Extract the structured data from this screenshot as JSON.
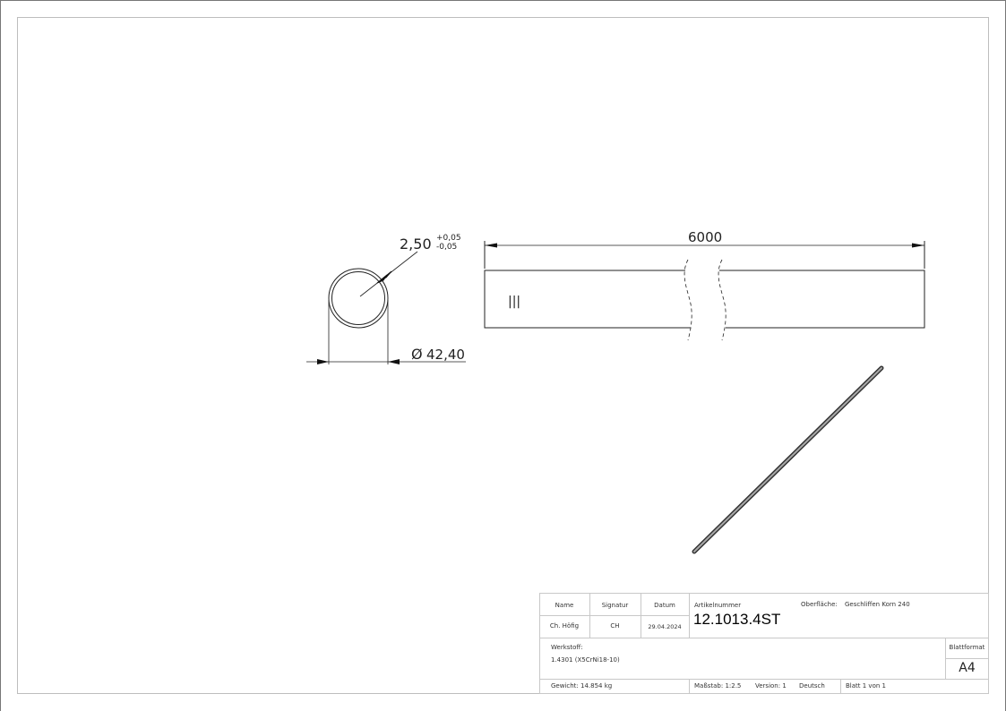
{
  "drawing": {
    "cross_section": {
      "wall_thickness": "2,50",
      "tolerance_plus": "+0,05",
      "tolerance_minus": "-0,05",
      "diameter_symbol": "Ø",
      "outer_diameter": "42,40"
    },
    "side_view": {
      "length": "6000",
      "surface_mark": "|||"
    },
    "isometric_view": "tube-isometric"
  },
  "title_block": {
    "headers": {
      "name": "Name",
      "signature": "Signatur",
      "date": "Datum"
    },
    "author": {
      "name": "Ch. Höfig",
      "signature": "CH",
      "date": "29.04.2024"
    },
    "article_label": "Artikelnummer",
    "article_number": "12.1013.4ST",
    "surface_label": "Oberfläche:",
    "surface_value": "Geschliffen Korn 240",
    "material_label": "Werkstoff:",
    "material_value": "1.4301 (X5CrNi18-10)",
    "sheet_format_label": "Blattformat",
    "sheet_format_value": "A4",
    "weight": "Gewicht: 14.854 kg",
    "scale": "Maßstab: 1:2.5",
    "version": "Version: 1",
    "language": "Deutsch",
    "sheet": "Blatt 1 von 1"
  }
}
